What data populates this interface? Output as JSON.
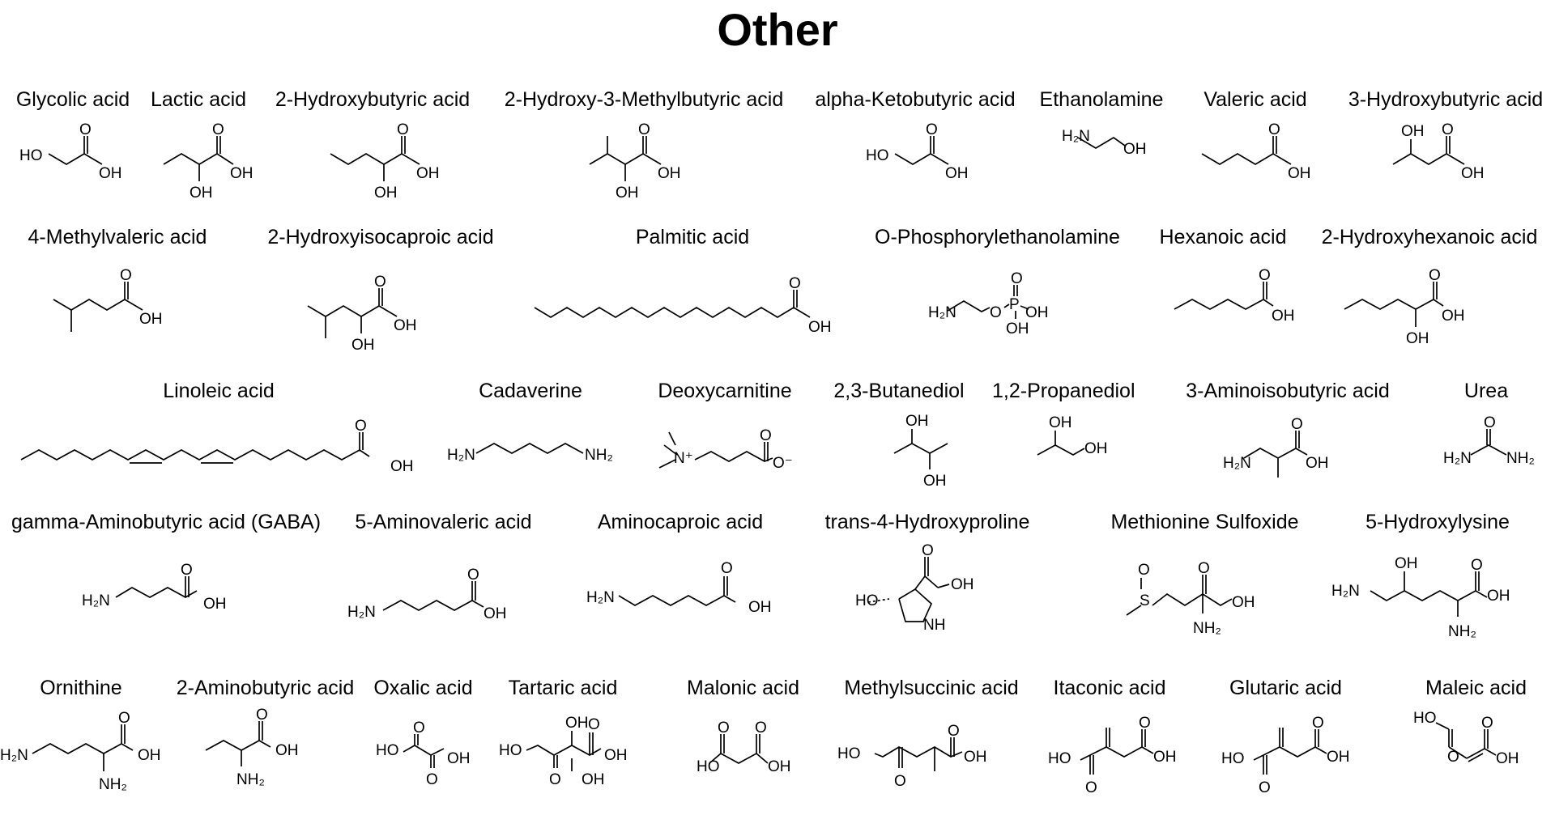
{
  "title": "Other",
  "compounds": [
    {
      "name": "Glycolic acid"
    },
    {
      "name": "Lactic acid"
    },
    {
      "name": "2-Hydroxybutyric acid"
    },
    {
      "name": "2-Hydroxy-3-Methylbutyric acid"
    },
    {
      "name": "alpha-Ketobutyric acid"
    },
    {
      "name": "Ethanolamine"
    },
    {
      "name": "Valeric acid"
    },
    {
      "name": "3-Hydroxybutyric acid"
    },
    {
      "name": "4-Methylvaleric acid"
    },
    {
      "name": "2-Hydroxyisocaproic acid"
    },
    {
      "name": "Palmitic acid"
    },
    {
      "name": "O-Phosphorylethanolamine"
    },
    {
      "name": "Hexanoic acid"
    },
    {
      "name": "2-Hydroxyhexanoic acid"
    },
    {
      "name": "Linoleic acid"
    },
    {
      "name": "Cadaverine"
    },
    {
      "name": "Deoxycarnitine"
    },
    {
      "name": "2,3-Butanediol"
    },
    {
      "name": "1,2-Propanediol"
    },
    {
      "name": "3-Aminoisobutyric acid"
    },
    {
      "name": "Urea"
    },
    {
      "name": "gamma-Aminobutyric acid (GABA)"
    },
    {
      "name": "5-Aminovaleric acid"
    },
    {
      "name": "Aminocaproic acid"
    },
    {
      "name": "trans-4-Hydroxyproline"
    },
    {
      "name": "Methionine Sulfoxide"
    },
    {
      "name": "5-Hydroxylysine"
    },
    {
      "name": "Ornithine"
    },
    {
      "name": "2-Aminobutyric acid"
    },
    {
      "name": "Oxalic acid"
    },
    {
      "name": "Tartaric acid"
    },
    {
      "name": "Malonic acid"
    },
    {
      "name": "Methylsuccinic acid"
    },
    {
      "name": "Itaconic acid"
    },
    {
      "name": "Glutaric acid"
    },
    {
      "name": "Maleic acid"
    }
  ],
  "labels": {
    "OH": "OH",
    "HO": "HO",
    "O": "O",
    "H2N": "H₂N",
    "NH2": "NH₂",
    "P": "P",
    "S": "S",
    "NH": "NH",
    "N_plus": "N⁺",
    "O_minus": "O⁻"
  }
}
